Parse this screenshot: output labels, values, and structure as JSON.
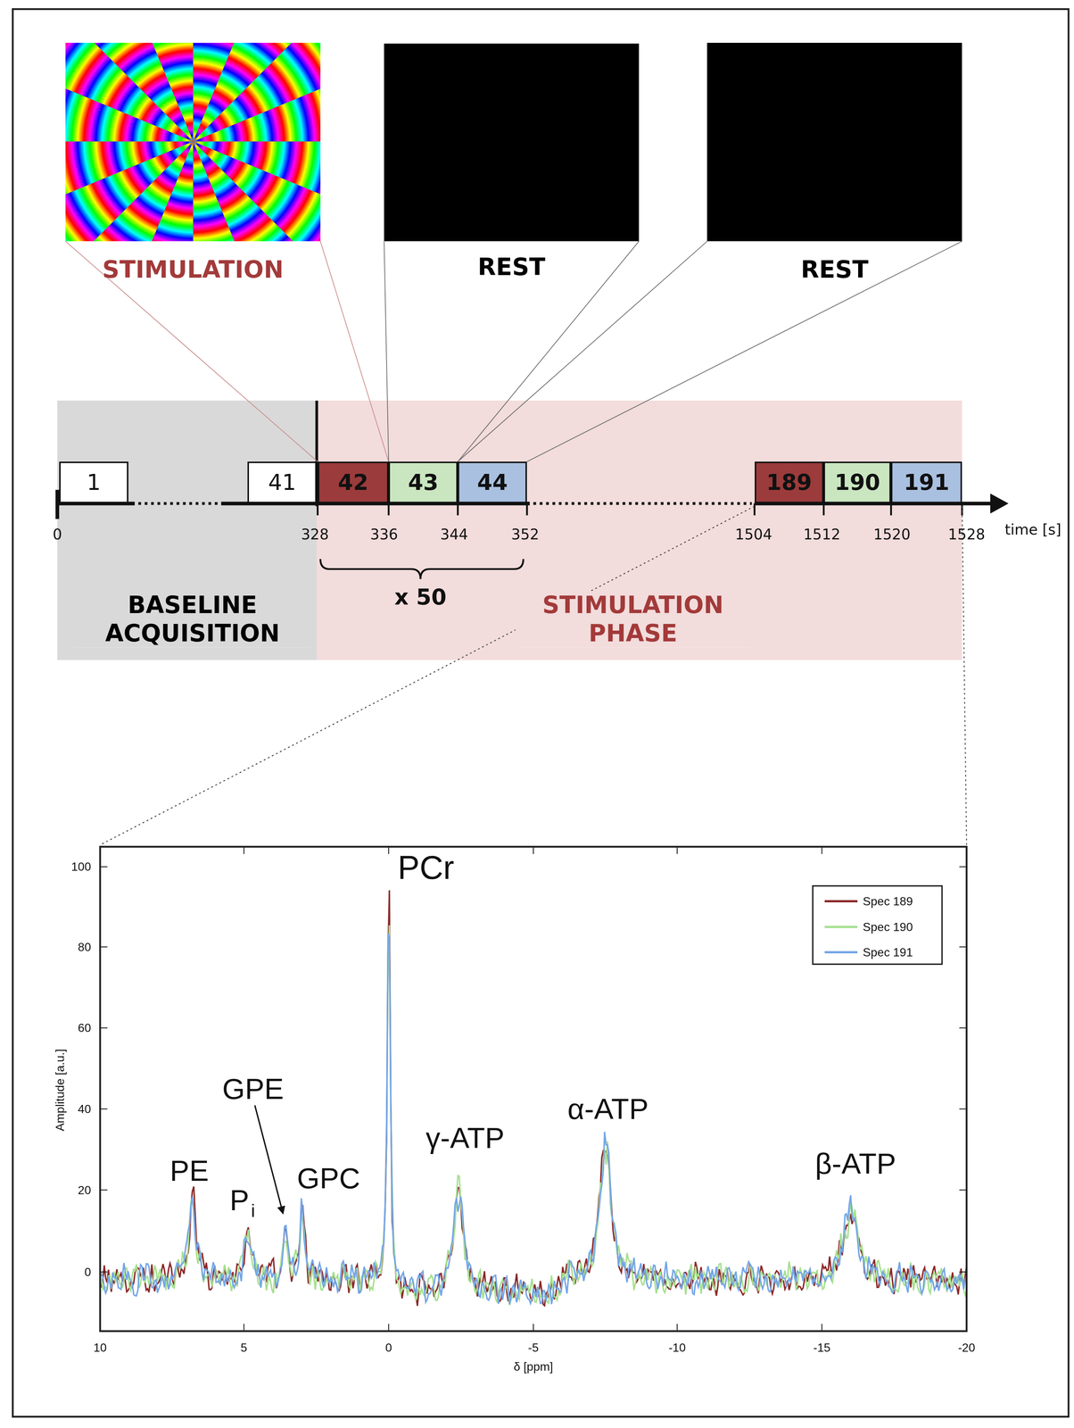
{
  "diagram": {
    "nodes": [
      {
        "text": [
          "STIMULATION"
        ]
      },
      {
        "text": [
          "REST"
        ]
      },
      {
        "text": [
          "REST"
        ]
      },
      {
        "text": [
          "BASELINE ACQUISITION"
        ]
      },
      {
        "text": [
          "1"
        ],
        "in": 3
      },
      {
        "text": [
          "41"
        ],
        "in": 3
      },
      {
        "text": [
          "STIMULATION PHASE"
        ]
      },
      {
        "text": [
          "42"
        ],
        "in": 6
      },
      {
        "text": [
          "43"
        ],
        "in": 6
      },
      {
        "text": [
          "44"
        ],
        "in": 6
      },
      {
        "text": [
          "189"
        ],
        "in": 6
      },
      {
        "text": [
          "190"
        ],
        "in": 6
      },
      {
        "text": [
          "191"
        ],
        "in": 6
      }
    ],
    "edges": [
      {
        "from": 0,
        "to": 7,
        "arrow": "none"
      },
      {
        "from": 1,
        "to": 8,
        "arrow": "none"
      },
      {
        "from": 2,
        "to": 9,
        "arrow": "none"
      }
    ],
    "labels": [
      "0",
      "328",
      "336",
      "344",
      "352",
      "1504",
      "1512",
      "1520",
      "1528",
      "time [s]",
      "x 50",
      "100",
      "80",
      "60",
      "40",
      "20",
      "0",
      "10",
      "5",
      "0",
      "-5",
      "-10",
      "-15",
      "-20",
      "Amplitude [a.u.]",
      "δ [ppm]",
      "PCr",
      "PE",
      "P",
      "i",
      "GPE",
      "GPC",
      "γ-ATP",
      "α-ATP",
      "β-ATP"
    ],
    "legend": [
      {
        "text": "Spec 189",
        "color": "#8b2a2a"
      },
      {
        "text": "Spec 190",
        "color": "#a6e08f"
      },
      {
        "text": "Spec 191",
        "color": "#74a6e6"
      }
    ]
  }
}
